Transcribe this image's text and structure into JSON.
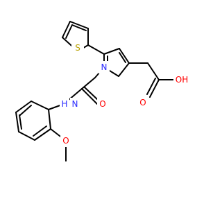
{
  "molecule": {
    "atoms": {
      "sulfur": "S",
      "pyrrole_n": "N",
      "amide_nh": "H",
      "amide_n": "N",
      "amide_o": "O",
      "acid_oh": "OH",
      "acid_o": "O",
      "methoxy_o": "O"
    },
    "colors": {
      "sulfur": "#b8a100",
      "nitrogen": "#2a2aff",
      "oxygen": "#ff0000",
      "bond": "#000000"
    }
  }
}
